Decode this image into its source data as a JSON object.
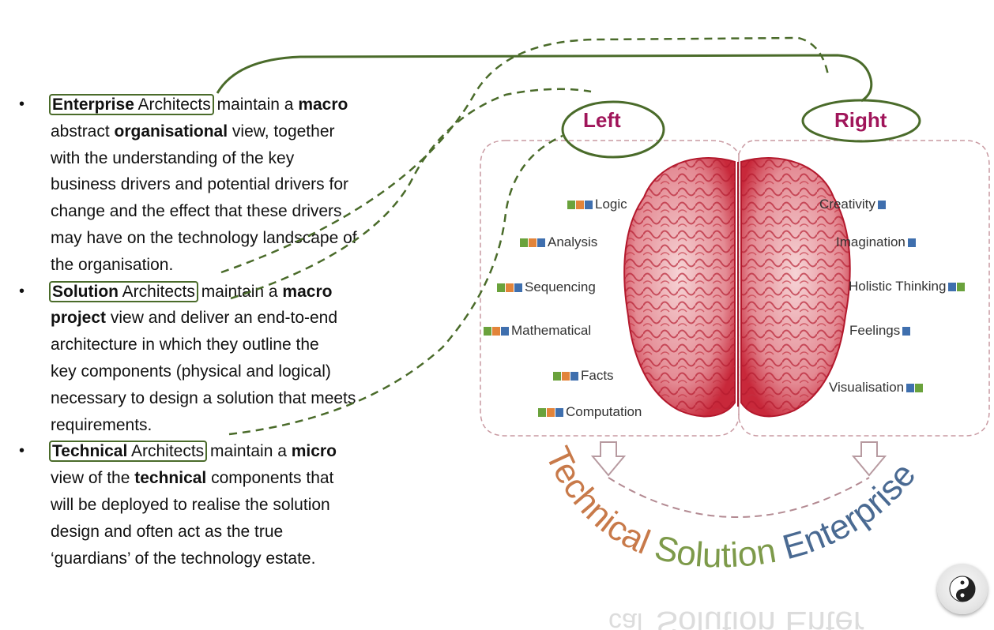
{
  "bullets": [
    {
      "highlight_bold": "Enterprise",
      "highlight_rest": " Architects",
      "lines": [
        [
          {
            "t": " maintain a "
          },
          {
            "t": "macro",
            "b": true
          }
        ],
        [
          {
            "t": "abstract "
          },
          {
            "t": "organisational",
            "b": true
          },
          {
            "t": " view, together"
          }
        ],
        [
          {
            "t": "with the understanding of the key"
          }
        ],
        [
          {
            "t": "business drivers and potential drivers for"
          }
        ],
        [
          {
            "t": "change and the effect that these drivers"
          }
        ],
        [
          {
            "t": "may have on the technology landscape of"
          }
        ],
        [
          {
            "t": "the organisation."
          }
        ]
      ]
    },
    {
      "highlight_bold": "Solution",
      "highlight_rest": " Architects",
      "lines": [
        [
          {
            "t": " maintain a "
          },
          {
            "t": "macro",
            "b": true
          }
        ],
        [
          {
            "t": "project",
            "b": true
          },
          {
            "t": " view and deliver an end-to-end"
          }
        ],
        [
          {
            "t": "architecture in which they outline the"
          }
        ],
        [
          {
            "t": "key components (physical and logical)"
          }
        ],
        [
          {
            "t": "necessary to design a solution that meets"
          }
        ],
        [
          {
            "t": "requirements."
          }
        ]
      ]
    },
    {
      "highlight_bold": "Technical",
      "highlight_rest": " Architects",
      "lines": [
        [
          {
            "t": " maintain a "
          },
          {
            "t": "micro",
            "b": true
          }
        ],
        [
          {
            "t": "view of the "
          },
          {
            "t": "technical",
            "b": true
          },
          {
            "t": " components that"
          }
        ],
        [
          {
            "t": "will be deployed to realise the solution"
          }
        ],
        [
          {
            "t": "design and often act as the true"
          }
        ],
        [
          {
            "t": "‘guardians’ of the technology estate."
          }
        ]
      ]
    }
  ],
  "brain": {
    "left_title": "Left",
    "right_title": "Right",
    "left_labels": [
      {
        "text": "Logic",
        "squares": [
          "g",
          "o",
          "bl"
        ],
        "squares_first": true
      },
      {
        "text": "Analysis",
        "squares": [
          "g",
          "o",
          "bl"
        ],
        "squares_first": true
      },
      {
        "text": "Sequencing",
        "squares": [
          "g",
          "o",
          "bl"
        ],
        "squares_first": true
      },
      {
        "text": "Mathematical",
        "squares": [
          "g",
          "o",
          "bl"
        ],
        "squares_first": true
      },
      {
        "text": "Facts",
        "squares": [
          "g",
          "o",
          "bl"
        ],
        "squares_first": true
      },
      {
        "text": "Computation",
        "squares": [
          "g",
          "o",
          "bl"
        ],
        "squares_first": true
      }
    ],
    "right_labels": [
      {
        "text": "Creativity",
        "squares": [
          "bl"
        ],
        "squares_first": false
      },
      {
        "text": "Imagination",
        "squares": [
          "bl"
        ],
        "squares_first": false
      },
      {
        "text": "Holistic Thinking",
        "squares": [
          "bl",
          "g"
        ],
        "squares_first": false
      },
      {
        "text": "Feelings",
        "squares": [
          "bl"
        ],
        "squares_first": false
      },
      {
        "text": "Visualisation",
        "squares": [
          "bl",
          "g"
        ],
        "squares_first": false
      }
    ]
  },
  "arc_words": {
    "technical": "Technical",
    "solution": "Solution",
    "enterprise": "Enterprise"
  },
  "reflection_text": "Solution Enter",
  "reflection_left": "cal",
  "colors": {
    "highlight_outline": "#4a6b2a",
    "side_title": "#a0155a",
    "technical": "#c87a4a",
    "solution": "#7d9a4a",
    "enterprise": "#4a6a92",
    "brain": "#c8283a"
  },
  "icons": [
    "yin-yang-logo"
  ]
}
